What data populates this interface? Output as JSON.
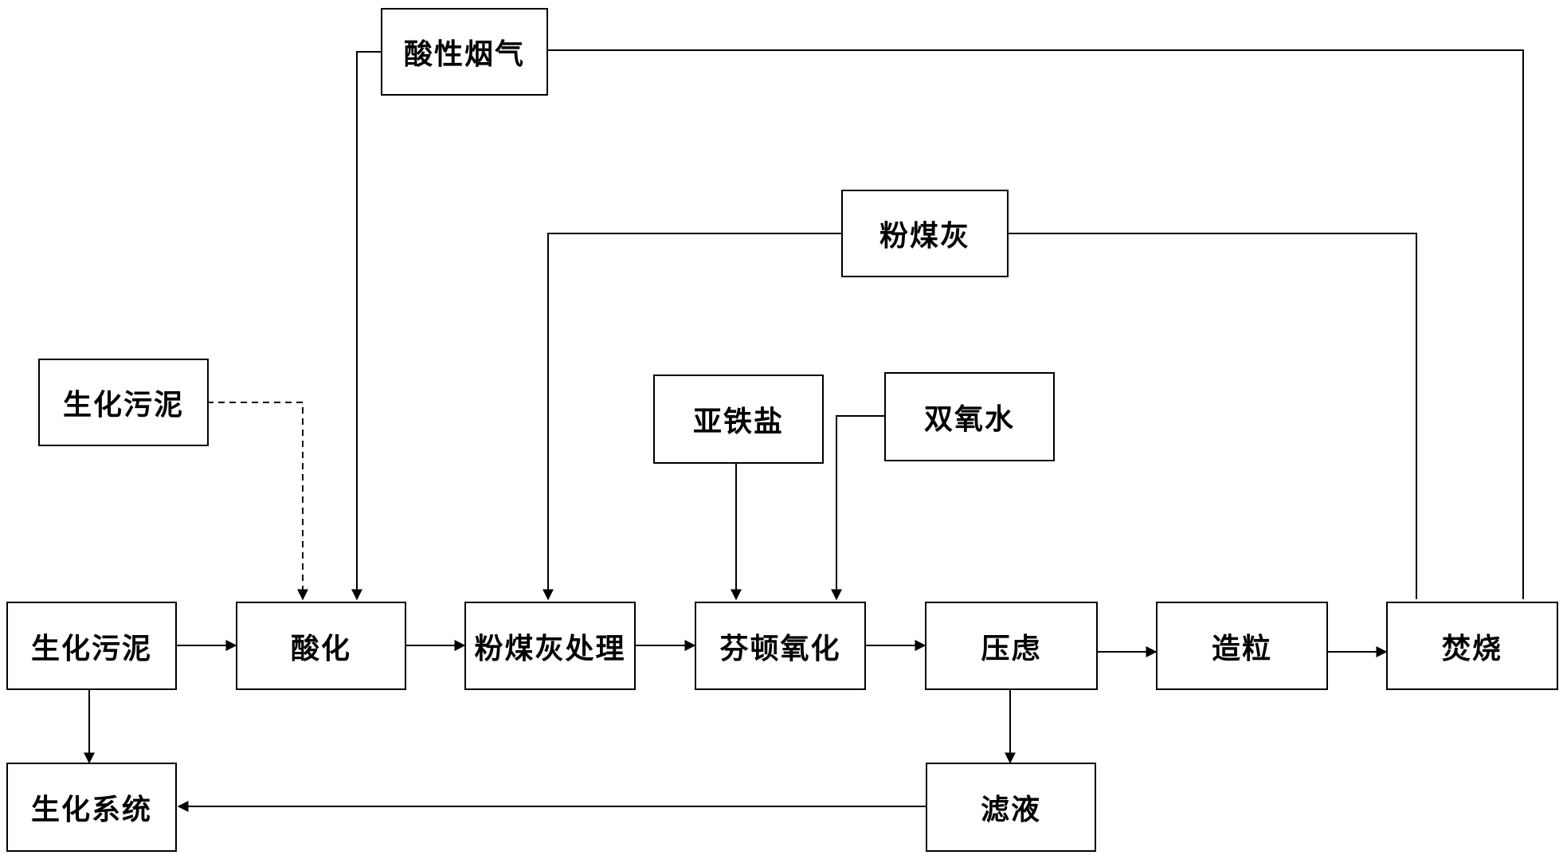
{
  "nodes": {
    "acid_flue_gas": "酸性烟气",
    "fly_ash_source": "粉煤灰",
    "sludge_aux": "生化污泥",
    "ferrous_salt": "亚铁盐",
    "hydrogen_peroxide": "双氧水",
    "sludge": "生化污泥",
    "acidification": "酸化",
    "fly_ash_treatment": "粉煤灰处理",
    "fenton_oxidation": "芬顿氧化",
    "press_filtration": "压虑",
    "granulation": "造粒",
    "incineration": "焚烧",
    "biochemical_system": "生化系统",
    "filtrate": "滤液"
  },
  "edges": [
    {
      "from": "sludge_aux",
      "to": "acidification",
      "style": "dashed"
    },
    {
      "from": "acid_flue_gas",
      "to": "acidification",
      "style": "solid"
    },
    {
      "from": "fly_ash_source",
      "to": "fly_ash_treatment",
      "style": "solid"
    },
    {
      "from": "ferrous_salt",
      "to": "fenton_oxidation",
      "style": "solid"
    },
    {
      "from": "hydrogen_peroxide",
      "to": "fenton_oxidation",
      "style": "solid"
    },
    {
      "from": "sludge",
      "to": "acidification",
      "style": "solid"
    },
    {
      "from": "acidification",
      "to": "fly_ash_treatment",
      "style": "solid"
    },
    {
      "from": "fly_ash_treatment",
      "to": "fenton_oxidation",
      "style": "solid"
    },
    {
      "from": "fenton_oxidation",
      "to": "press_filtration",
      "style": "solid"
    },
    {
      "from": "press_filtration",
      "to": "granulation",
      "style": "solid"
    },
    {
      "from": "granulation",
      "to": "incineration",
      "style": "solid"
    },
    {
      "from": "incineration",
      "to": "acid_flue_gas",
      "style": "solid"
    },
    {
      "from": "incineration",
      "to": "fly_ash_source",
      "style": "solid"
    },
    {
      "from": "sludge",
      "to": "biochemical_system",
      "style": "solid"
    },
    {
      "from": "press_filtration",
      "to": "filtrate",
      "style": "solid"
    },
    {
      "from": "filtrate",
      "to": "biochemical_system",
      "style": "solid"
    }
  ]
}
